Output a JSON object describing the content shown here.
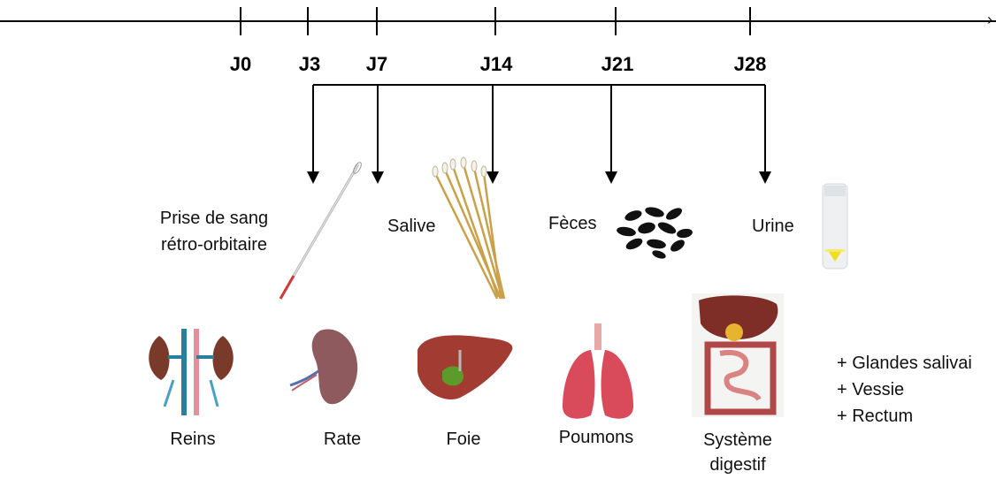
{
  "timeline": {
    "days": [
      "J0",
      "J3",
      "J7",
      "J14",
      "J21",
      "J28"
    ],
    "end_marker": "›"
  },
  "samples": {
    "blood": "Prise de sang rétro-orbitaire",
    "blood_line1": "Prise de sang",
    "blood_line2": "rétro-orbitaire",
    "saliva": "Salive",
    "feces": "Fèces",
    "urine": "Urine"
  },
  "organs": {
    "kidneys": "Reins",
    "spleen": "Rate",
    "liver": "Foie",
    "lungs": "Poumons",
    "digestive_line1": "Système",
    "digestive_line2": "digestif"
  },
  "extras": [
    "+ Glandes salivai",
    "+ Vessie",
    "+ Rectum"
  ]
}
